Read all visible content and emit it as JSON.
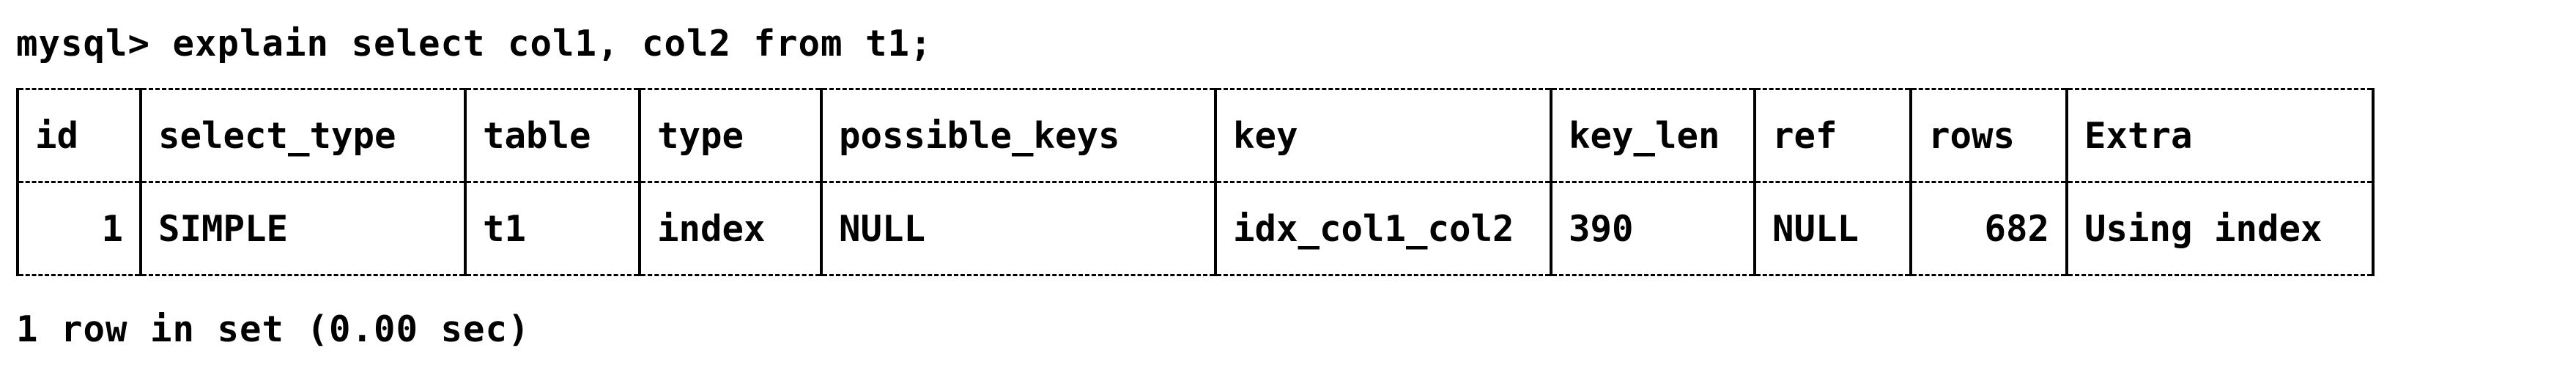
{
  "terminal": {
    "prompt": "mysql>",
    "command": "explain select col1, col2 from t1;",
    "result_summary": "1 row in set (0.00 sec)"
  },
  "table": {
    "headers": [
      "id",
      "select_type",
      "table",
      "type",
      "possible_keys",
      "key",
      "key_len",
      "ref",
      "rows",
      "Extra"
    ],
    "rows": [
      [
        "1",
        "SIMPLE",
        "t1",
        "index",
        "NULL",
        "idx_col1_col2",
        "390",
        "NULL",
        "682",
        "Using index"
      ]
    ]
  }
}
